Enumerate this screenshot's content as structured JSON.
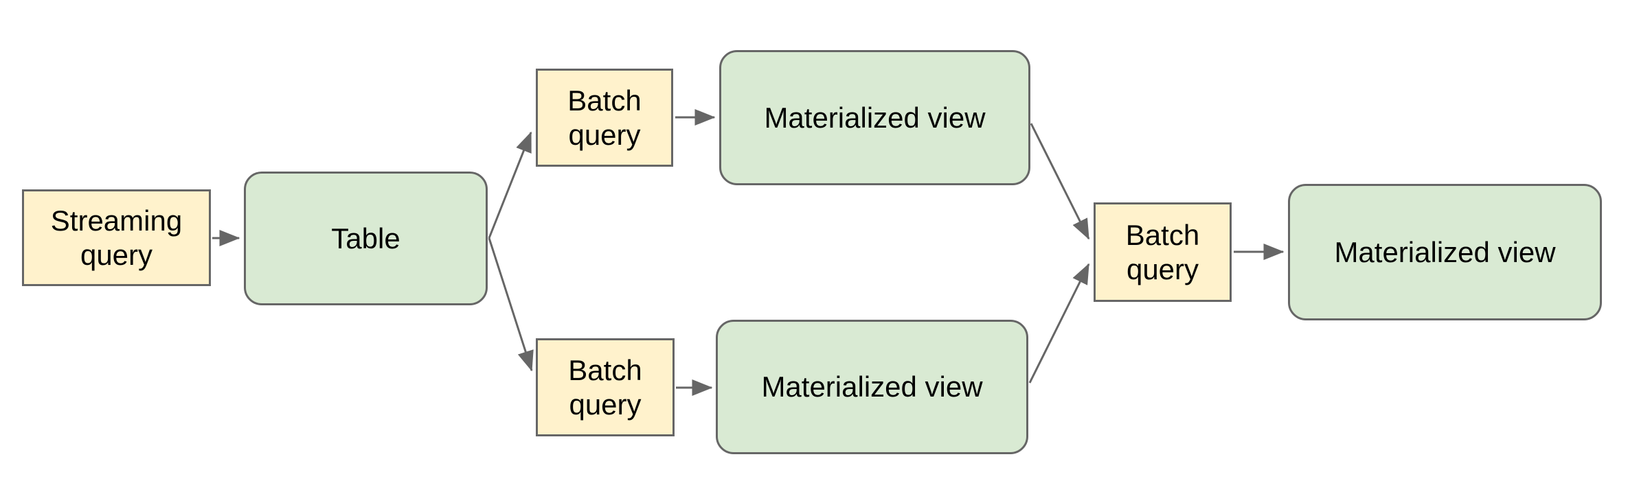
{
  "diagram": {
    "background": "#ffffff",
    "colors": {
      "query_fill": "#fff2cc",
      "view_fill": "#d9ead3",
      "stroke": "#666666",
      "text": "#000000"
    },
    "nodes": {
      "streaming_query": {
        "label": "Streaming query",
        "kind": "query"
      },
      "table": {
        "label": "Table",
        "kind": "view"
      },
      "batch_query_top": {
        "label": "Batch query",
        "kind": "query"
      },
      "materialized_view_top": {
        "label": "Materialized view",
        "kind": "view"
      },
      "batch_query_bottom": {
        "label": "Batch query",
        "kind": "query"
      },
      "materialized_view_bottom": {
        "label": "Materialized view",
        "kind": "view"
      },
      "batch_query_merge": {
        "label": "Batch query",
        "kind": "query"
      },
      "materialized_view_final": {
        "label": "Materialized view",
        "kind": "view"
      }
    },
    "edges": [
      {
        "from": "streaming_query",
        "to": "table"
      },
      {
        "from": "table",
        "to": "batch_query_top"
      },
      {
        "from": "table",
        "to": "batch_query_bottom"
      },
      {
        "from": "batch_query_top",
        "to": "materialized_view_top"
      },
      {
        "from": "batch_query_bottom",
        "to": "materialized_view_bottom"
      },
      {
        "from": "materialized_view_top",
        "to": "batch_query_merge"
      },
      {
        "from": "materialized_view_bottom",
        "to": "batch_query_merge"
      },
      {
        "from": "batch_query_merge",
        "to": "materialized_view_final"
      }
    ]
  }
}
